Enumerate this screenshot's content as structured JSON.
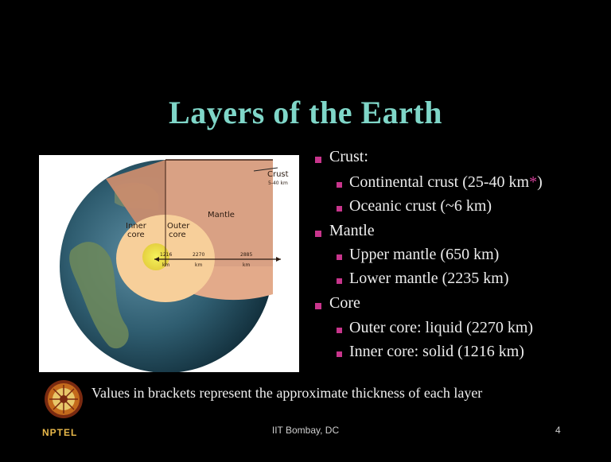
{
  "slide": {
    "title": "Layers of the Earth",
    "footnote": "Values in brackets represent the approximate thickness of each layer",
    "footer_center": "IIT Bombay, DC",
    "page_number": "4",
    "logo_text": "NPTEL"
  },
  "figure": {
    "crust_label": "Crust",
    "crust_thickness": "5-40 km",
    "mantle_label": "Mantle",
    "outer_core_label_1": "Outer",
    "outer_core_label_2": "core",
    "inner_core_label_1": "Inner",
    "inner_core_label_2": "core",
    "inner_km_value": "1216",
    "outer_km_value": "2270",
    "mantle_km_value": "2885",
    "km_unit": "km"
  },
  "bullets": {
    "crust": "Crust:",
    "continental": "Continental crust (25-40 km",
    "continental_star": "*",
    "continental_close": ")",
    "oceanic": "Oceanic crust (~6 km)",
    "mantle": "Mantle",
    "upper_mantle": "Upper mantle (650 km)",
    "lower_mantle": "Lower mantle (2235 km)",
    "core": "Core",
    "outer_core": "Outer core: liquid (2270 km)",
    "inner_core": "Inner core: solid (1216 km)"
  },
  "colors": {
    "title": "#7fd6c8",
    "bullet_square": "#c8358c",
    "background": "#000000",
    "logo_text": "#e8b84a"
  }
}
